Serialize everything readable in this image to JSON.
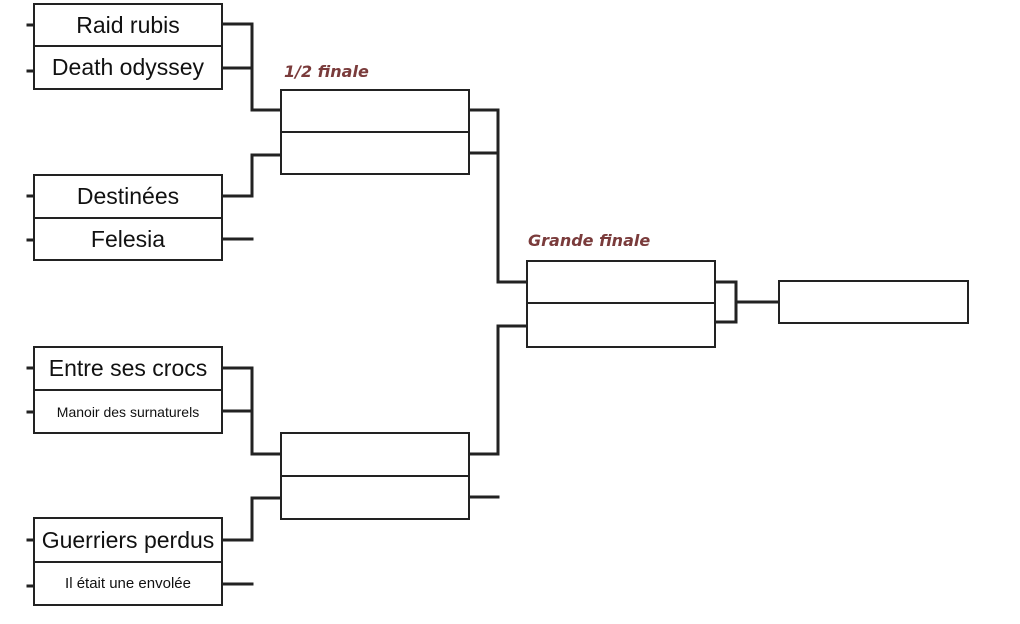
{
  "rounds": {
    "semifinal_label": "1/2 finale",
    "final_label": "Grande finale"
  },
  "quarterfinals": [
    {
      "team_a": "Raid rubis",
      "team_b": "Death odyssey"
    },
    {
      "team_a": "Destinées",
      "team_b": "Felesia"
    },
    {
      "team_a": "Entre ses crocs",
      "team_b": "Manoir des surnaturels"
    },
    {
      "team_a": "Guerriers perdus",
      "team_b": "Il était une envolée"
    }
  ],
  "semifinals": [
    {
      "team_a": "",
      "team_b": ""
    },
    {
      "team_a": "",
      "team_b": ""
    }
  ],
  "final": {
    "team_a": "",
    "team_b": ""
  },
  "winner": ""
}
